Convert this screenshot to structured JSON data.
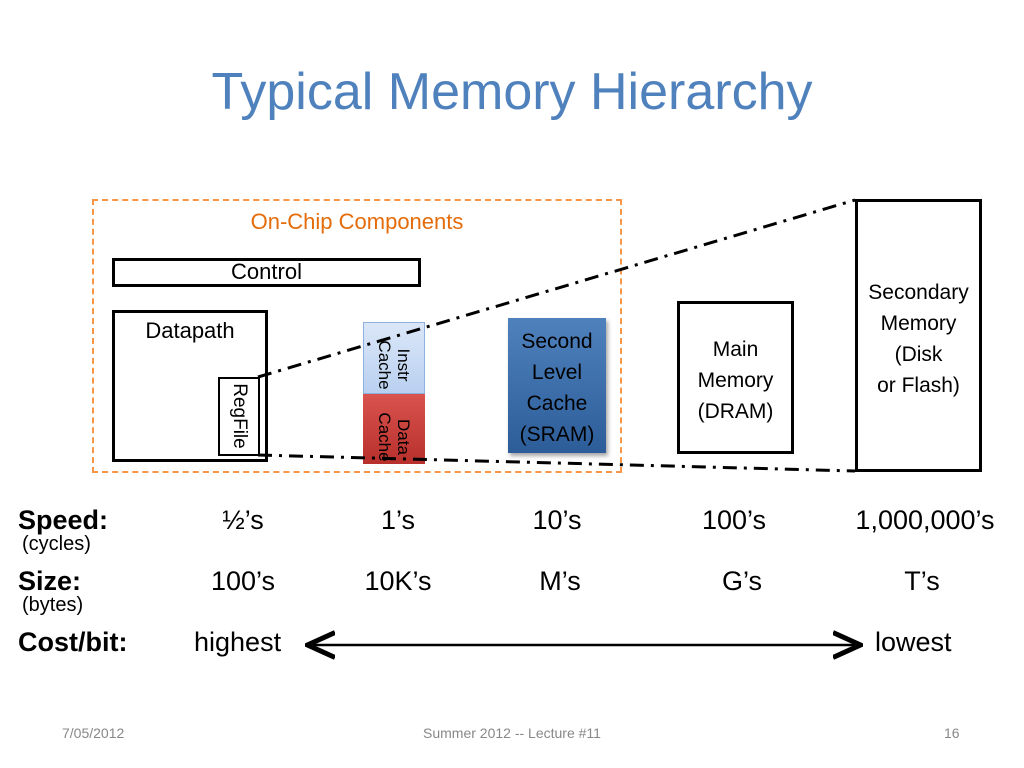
{
  "title": "Typical Memory Hierarchy",
  "on_chip_label": "On-Chip Components",
  "components": {
    "control": "Control",
    "datapath": "Datapath",
    "regfile": "RegFile",
    "instr_cache": "Instr Cache",
    "data_cache": "Data Cache",
    "second_level_cache": [
      "Second",
      "Level",
      "Cache",
      "(SRAM)"
    ],
    "main_memory": [
      "Main",
      "Memory",
      "(DRAM)"
    ],
    "secondary_memory": [
      "Secondary",
      "Memory",
      "(Disk",
      "or Flash)"
    ]
  },
  "rows": {
    "speed": {
      "label": "Speed:",
      "sub": "(cycles)",
      "values": [
        "½’s",
        "1’s",
        "10’s",
        "100’s",
        "1,000,000’s"
      ]
    },
    "size": {
      "label": "Size:",
      "sub": "(bytes)",
      "values": [
        "100’s",
        "10K’s",
        "M’s",
        "G’s",
        "T’s"
      ]
    },
    "cost": {
      "label": "Cost/bit:",
      "low_end": "highest",
      "high_end": "lowest"
    }
  },
  "colors": {
    "title": "#4f81bd",
    "on_chip_border": "#f79646",
    "instr_cache": "#c6d9f1",
    "data_cache": "#c0392b",
    "second_level_cache": "#4f81bd"
  },
  "footer": {
    "date": "7/05/2012",
    "course": "Summer 2012 -- Lecture #11",
    "page": "16"
  }
}
